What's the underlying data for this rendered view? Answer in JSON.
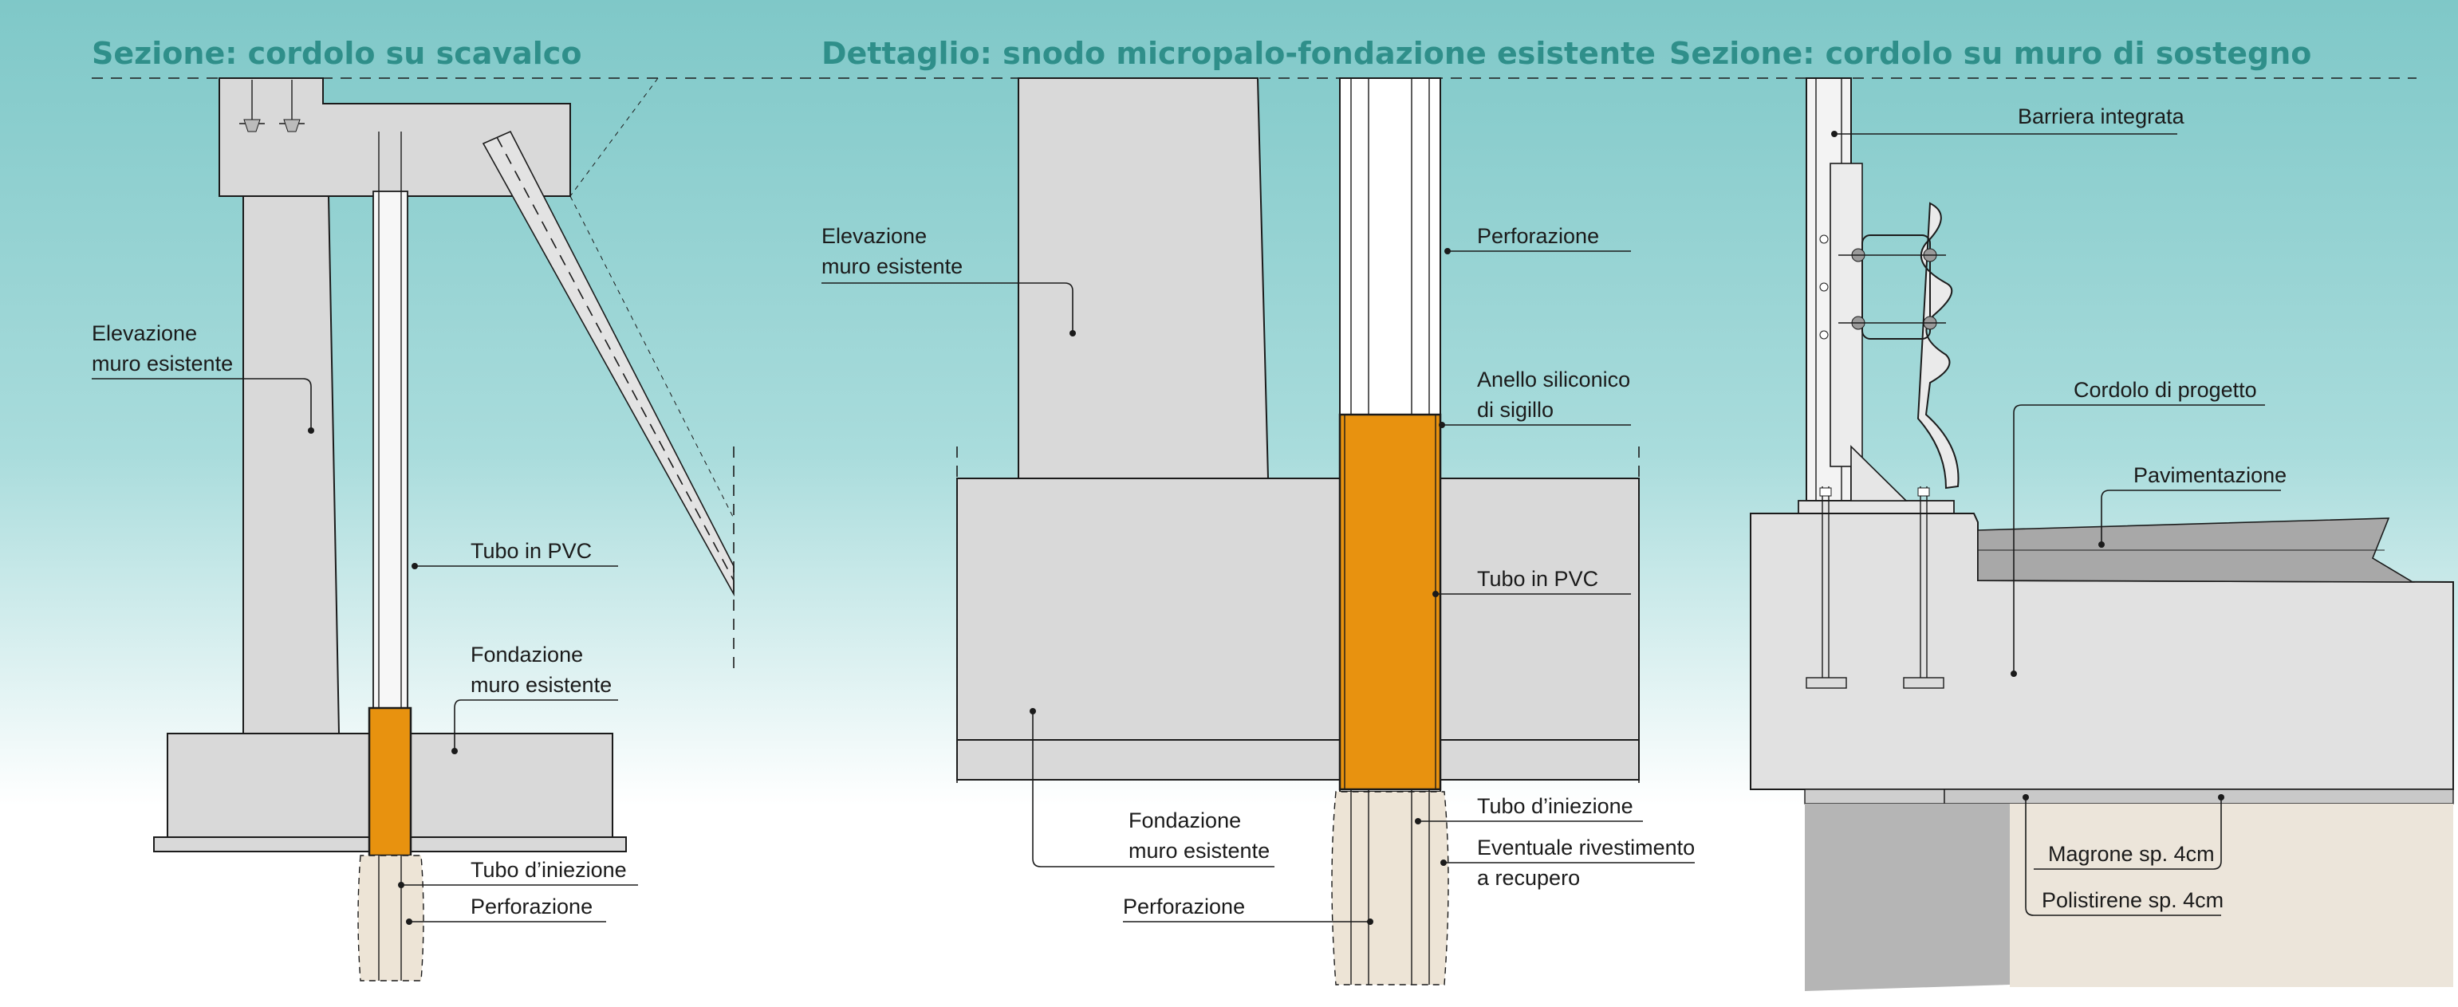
{
  "colors": {
    "bg_top": "#7fc8c8",
    "bg_bottom": "#ffffff",
    "title": "#2f8f8a",
    "pvc": "#e8920f",
    "concrete": "#d9d9d9"
  },
  "panels": {
    "left": {
      "title": "Sezione: cordolo su scavalco",
      "labels": {
        "elevazione_1": "Elevazione",
        "elevazione_2": "muro esistente",
        "tubo_pvc": "Tubo in PVC",
        "fondazione_1": "Fondazione",
        "fondazione_2": "muro esistente",
        "tubo_iniezione": "Tubo d’iniezione",
        "perforazione": "Perforazione"
      }
    },
    "middle": {
      "title": "Dettaglio: snodo micropalo-fondazione esistente",
      "labels": {
        "elevazione_1": "Elevazione",
        "elevazione_2": "muro esistente",
        "perforazione_top": "Perforazione",
        "anello_1": "Anello siliconico",
        "anello_2": "di sigillo",
        "tubo_pvc": "Tubo in PVC",
        "tubo_iniezione": "Tubo d’iniezione",
        "rivestimento_1": "Eventuale rivestimento",
        "rivestimento_2": "a recupero",
        "fondazione_1": "Fondazione",
        "fondazione_2": "muro esistente",
        "perforazione_bottom": "Perforazione"
      }
    },
    "right": {
      "title": "Sezione: cordolo su muro di sostegno",
      "labels": {
        "barriera": "Barriera integrata",
        "cordolo": "Cordolo di progetto",
        "pavimentazione": "Pavimentazione",
        "magrone": "Magrone sp. 4cm",
        "polistirene": "Polistirene sp. 4cm"
      }
    }
  }
}
